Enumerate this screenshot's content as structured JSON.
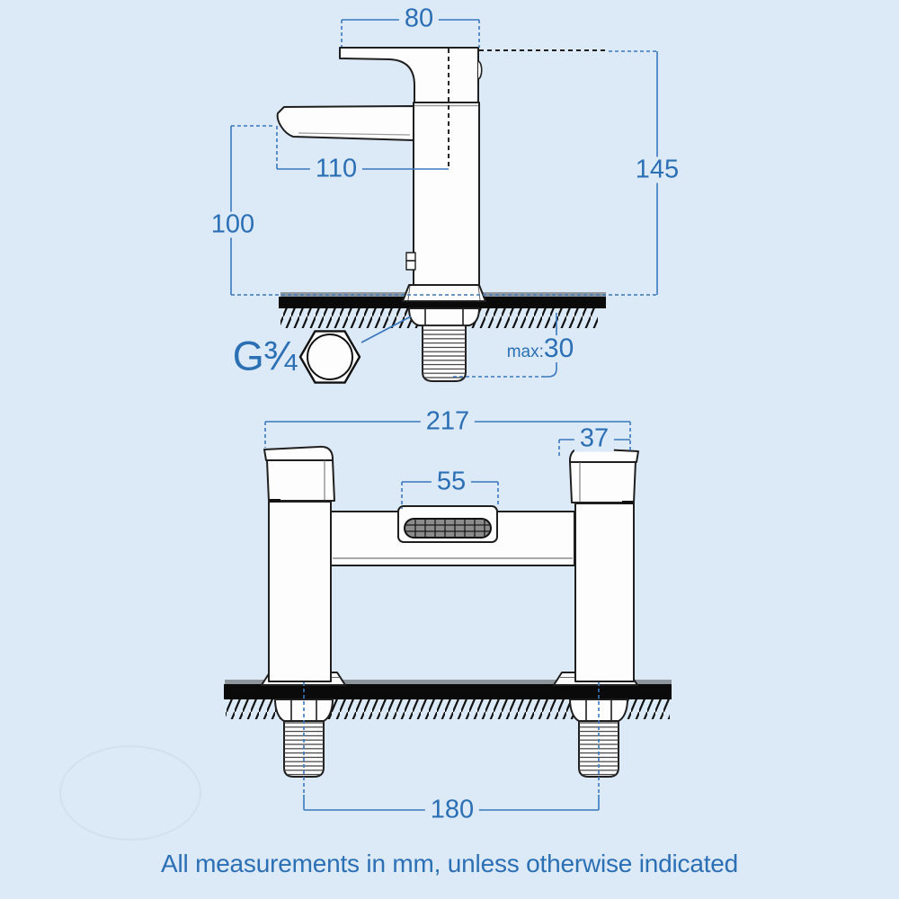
{
  "page": {
    "background": "#dce9f6",
    "accent_blue": "#2b6fb5",
    "line_black": "#1d1d1d",
    "footer_note": "All measurements in mm, unless otherwise indicated"
  },
  "basin_tap_view": {
    "description": "basin mixer tap side elevation",
    "dim_top_width": "80",
    "dim_spout_reach": "110",
    "dim_overall_height": "145",
    "dim_spout_height": "100",
    "dim_max_prefix": "max:",
    "dim_max_value": "30",
    "thread_label": "G¾"
  },
  "bath_filler_view": {
    "description": "bath filler tap front elevation",
    "dim_overall_width": "217",
    "dim_pillar_width": "37",
    "dim_spout_width": "55",
    "dim_tail_centres": "180"
  }
}
